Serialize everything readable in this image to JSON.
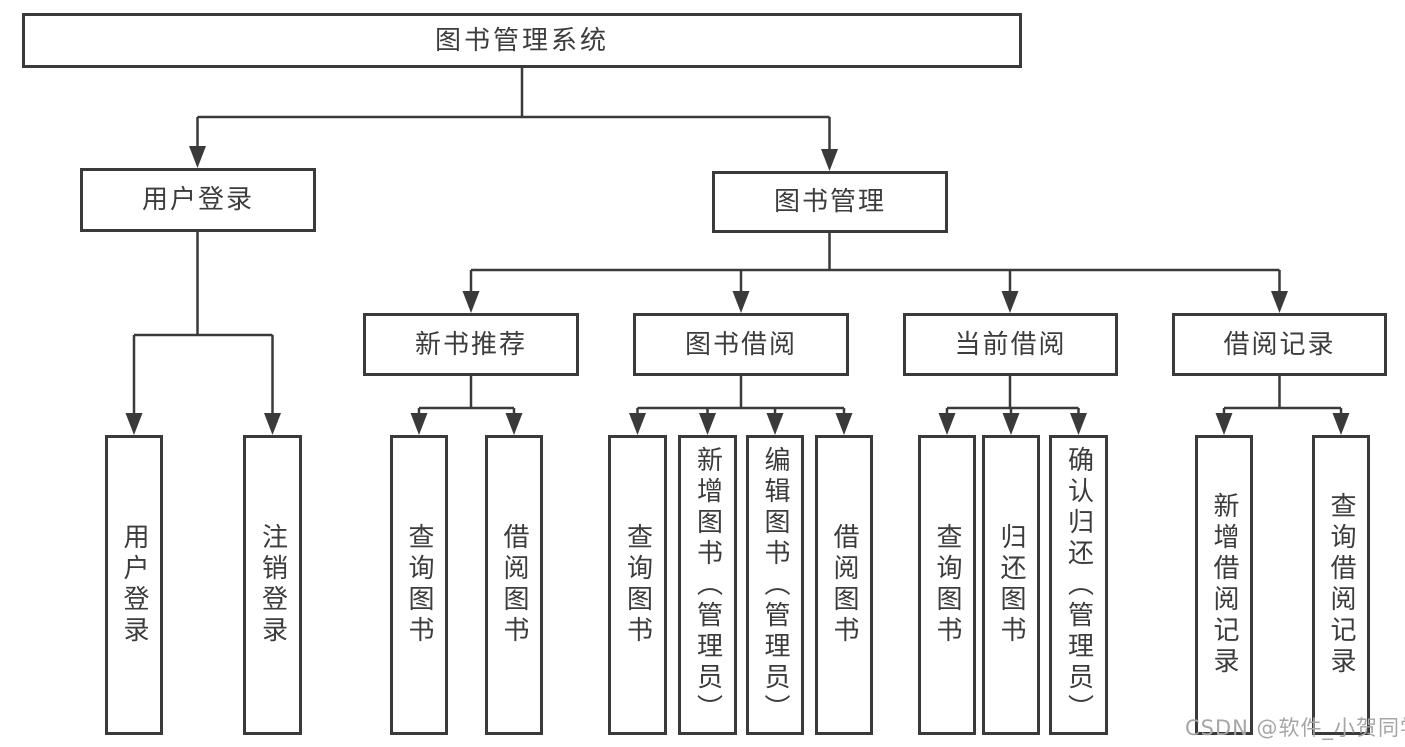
{
  "diagram": {
    "root": {
      "label": "图书管理系统"
    },
    "branches": [
      {
        "label": "用户登录",
        "children": [
          {
            "label": "用户登录"
          },
          {
            "label": "注销登录"
          }
        ]
      },
      {
        "label": "图书管理",
        "children": [
          {
            "label": "新书推荐",
            "children": [
              {
                "label": "查询图书"
              },
              {
                "label": "借阅图书"
              }
            ]
          },
          {
            "label": "图书借阅",
            "children": [
              {
                "label": "查询图书"
              },
              {
                "label": "新增图书（管理员）"
              },
              {
                "label": "编辑图书（管理员）"
              },
              {
                "label": "借阅图书"
              }
            ]
          },
          {
            "label": "当前借阅",
            "children": [
              {
                "label": "查询图书"
              },
              {
                "label": "归还图书"
              },
              {
                "label": "确认归还（管理员）"
              }
            ]
          },
          {
            "label": "借阅记录",
            "children": [
              {
                "label": "新增借阅记录"
              },
              {
                "label": "查询借阅记录"
              }
            ]
          }
        ]
      }
    ]
  },
  "watermark": {
    "text": "CSDN @软件_小贺同学"
  },
  "colors": {
    "border": "#3a3a3a",
    "line": "#3a3a3a",
    "text": "#3c3c3c",
    "watermark": "#a6a6a6",
    "background": "#ffffff"
  }
}
